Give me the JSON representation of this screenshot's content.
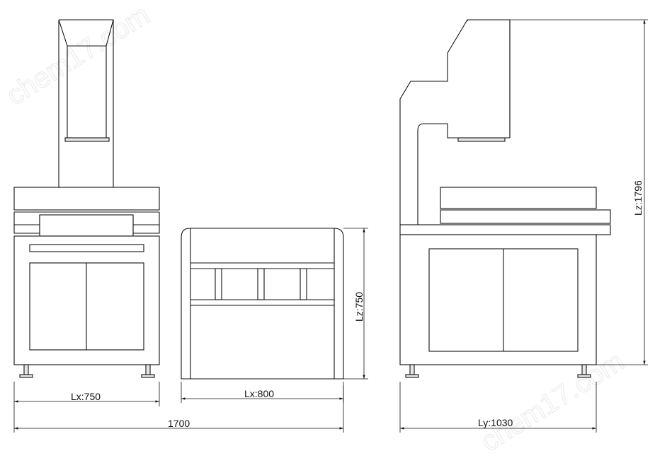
{
  "dimensions": {
    "front_width": "Lx:750",
    "total_length": "1700",
    "mid_width": "Lx:800",
    "mid_height": "Lz:750",
    "side_depth": "Ly:1030",
    "total_height": "Lz:1796"
  },
  "watermarks": {
    "top_left": "chem17.com",
    "bottom_right": "chem17.com"
  },
  "colors": {
    "line": "#111111",
    "watermark": "#ececec",
    "background": "#ffffff"
  }
}
